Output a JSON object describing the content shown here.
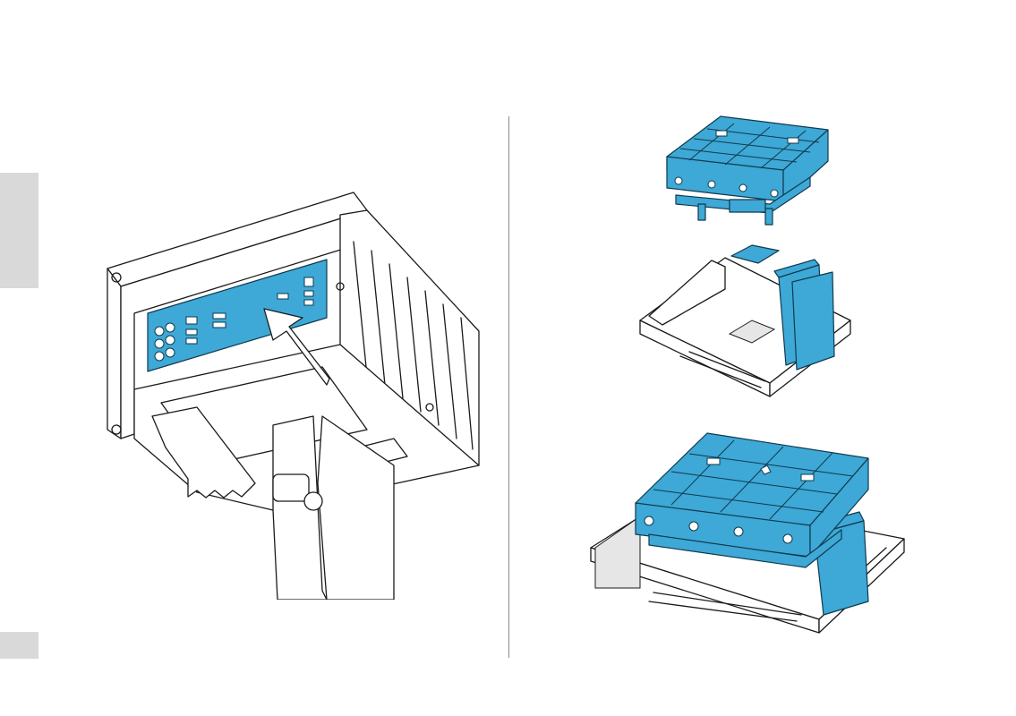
{
  "page": {
    "side_tab_color": "#d9d9d9",
    "accent_color": "#3ea8d6"
  },
  "figures": {
    "left": {
      "icon": "io-shield-install-illustration"
    },
    "right_top": {
      "icon": "cooler-exploded-illustration"
    },
    "right_bottom": {
      "icon": "cooler-mounted-illustration"
    }
  }
}
